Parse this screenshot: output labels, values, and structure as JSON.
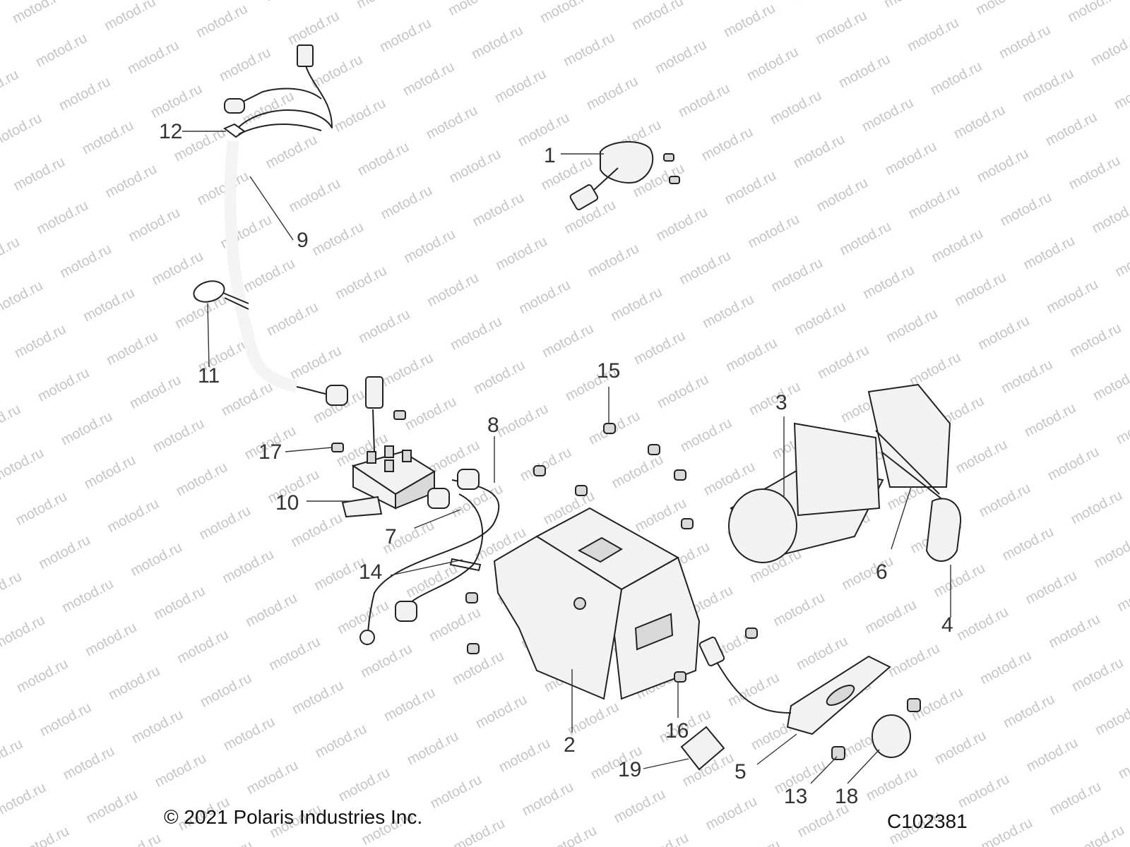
{
  "watermark": "motod.ru",
  "footer": {
    "copyright": "© 2021 Polaris Industries Inc.",
    "drawing_id": "C102381"
  },
  "callouts": [
    "1",
    "2",
    "3",
    "4",
    "5",
    "6",
    "7",
    "8",
    "9",
    "10",
    "11",
    "12",
    "13",
    "14",
    "15",
    "16",
    "17",
    "18",
    "19"
  ]
}
